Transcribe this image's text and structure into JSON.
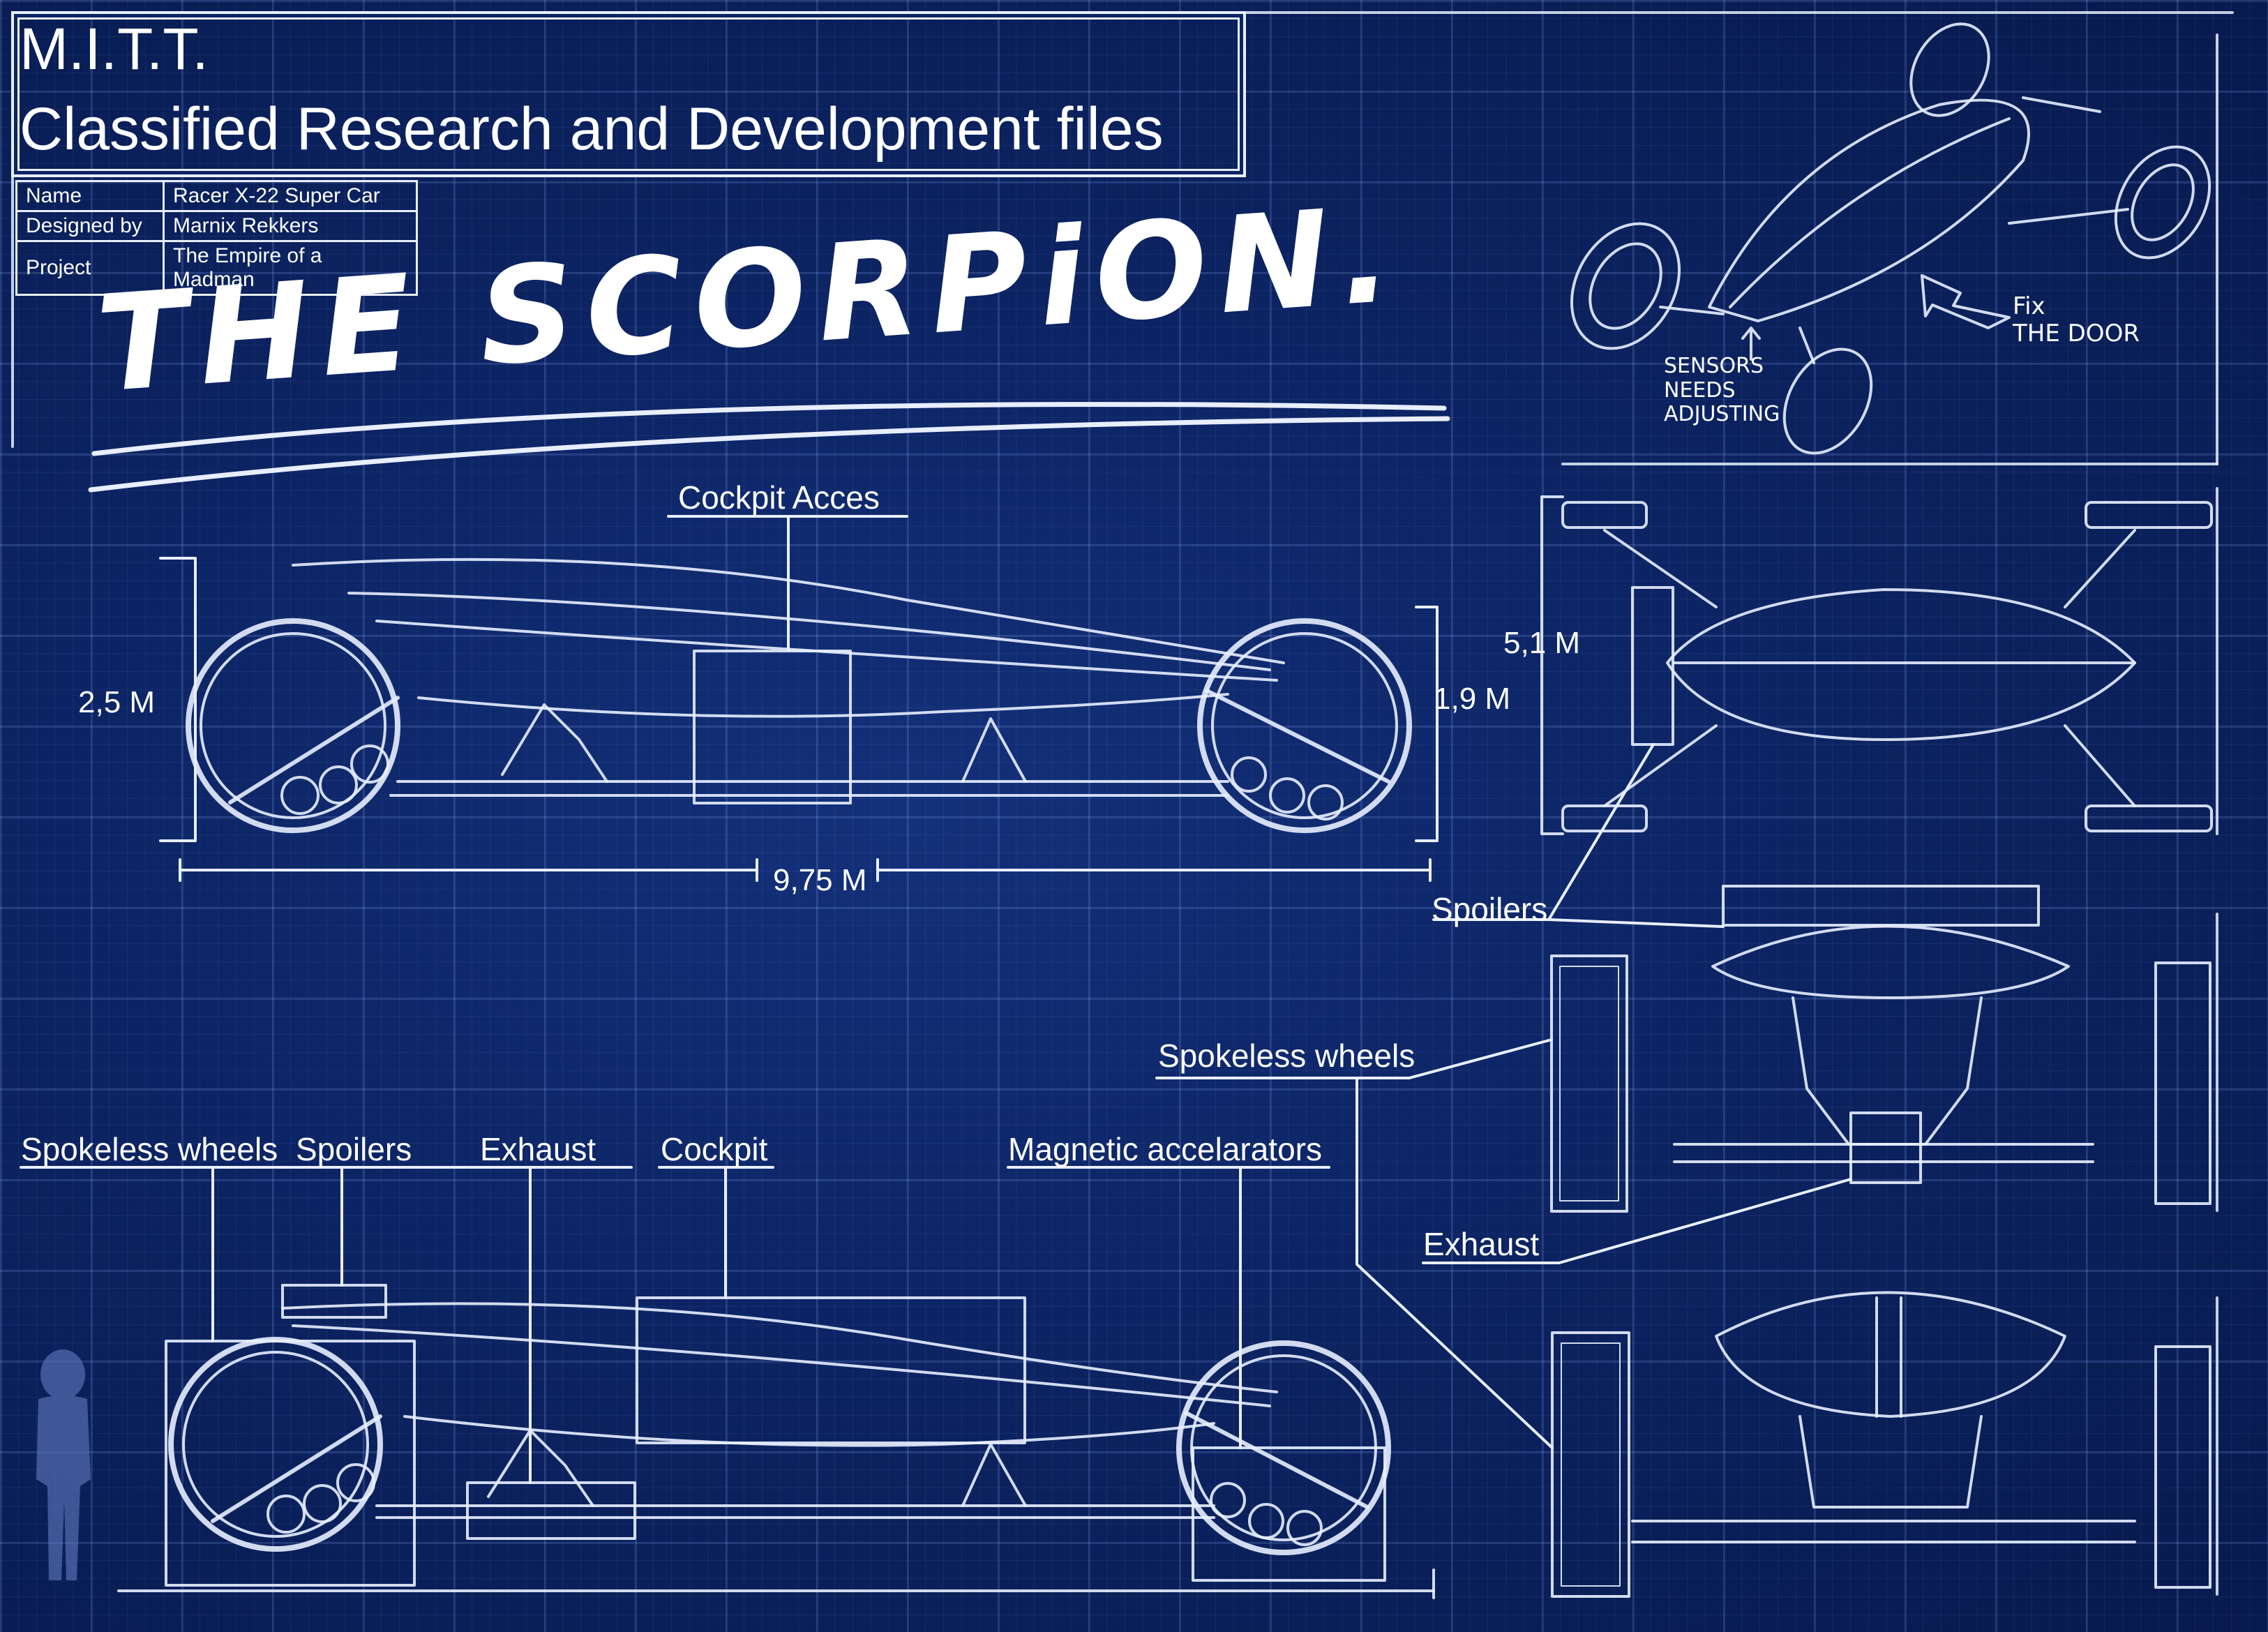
{
  "header": {
    "line1": "M.I.T.T.",
    "line2": "Classified Research and Development files"
  },
  "info_table": [
    {
      "key": "Name",
      "value": "Racer X-22 Super Car"
    },
    {
      "key": "Designed by",
      "value": "Marnix Rekkers"
    },
    {
      "key": "Project",
      "value": "The Empire of a Madman"
    }
  ],
  "title": "THE SCORPiON.",
  "side_view": {
    "callout": "Cockpit Acces",
    "height_rear": "2,5 M",
    "height_front": "1,9 M",
    "length": "9,75 M"
  },
  "top_view": {
    "width": "5,1 M"
  },
  "perspective_notes": {
    "fix_door": "Fix\nTHE DOOR",
    "sensors": "SENSORS\nNEEDS\nADJUSTING"
  },
  "right_labels": {
    "spoilers": "Spoilers",
    "spokeless_wheels": "Spokeless wheels",
    "exhaust": "Exhaust"
  },
  "bottom_labels": {
    "spokeless_wheels": "Spokeless wheels",
    "spoilers": "Spoilers",
    "exhaust": "Exhaust",
    "cockpit": "Cockpit",
    "magnetic": "Magnetic accelarators"
  },
  "colors": {
    "background": "#0c2463",
    "line": "#e8eeff",
    "grid": "#4a63b8"
  }
}
